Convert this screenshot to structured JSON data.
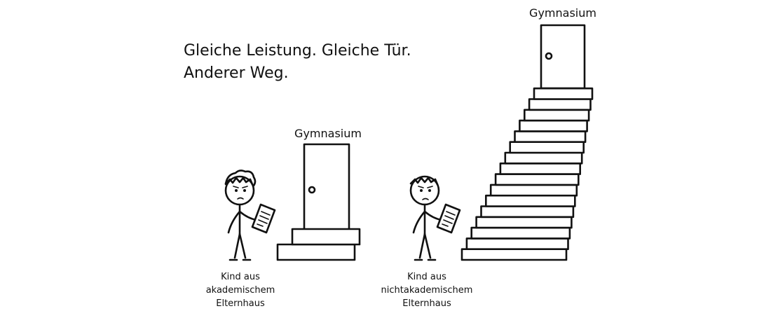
{
  "headline": {
    "line1": "Gleiche Leistung. Gleiche Tür.",
    "line2": "Anderer Weg."
  },
  "scene_left": {
    "door_label": "Gymnasium",
    "caption": [
      "Kind aus",
      "akademischem",
      "Elternhaus"
    ],
    "step_count": 2
  },
  "scene_right": {
    "door_label": "Gymnasium",
    "caption": [
      "Kind aus",
      "nichtakademischem",
      "Elternhaus"
    ],
    "step_count": 16
  },
  "colors": {
    "ink": "#111111",
    "background": "#ffffff"
  }
}
